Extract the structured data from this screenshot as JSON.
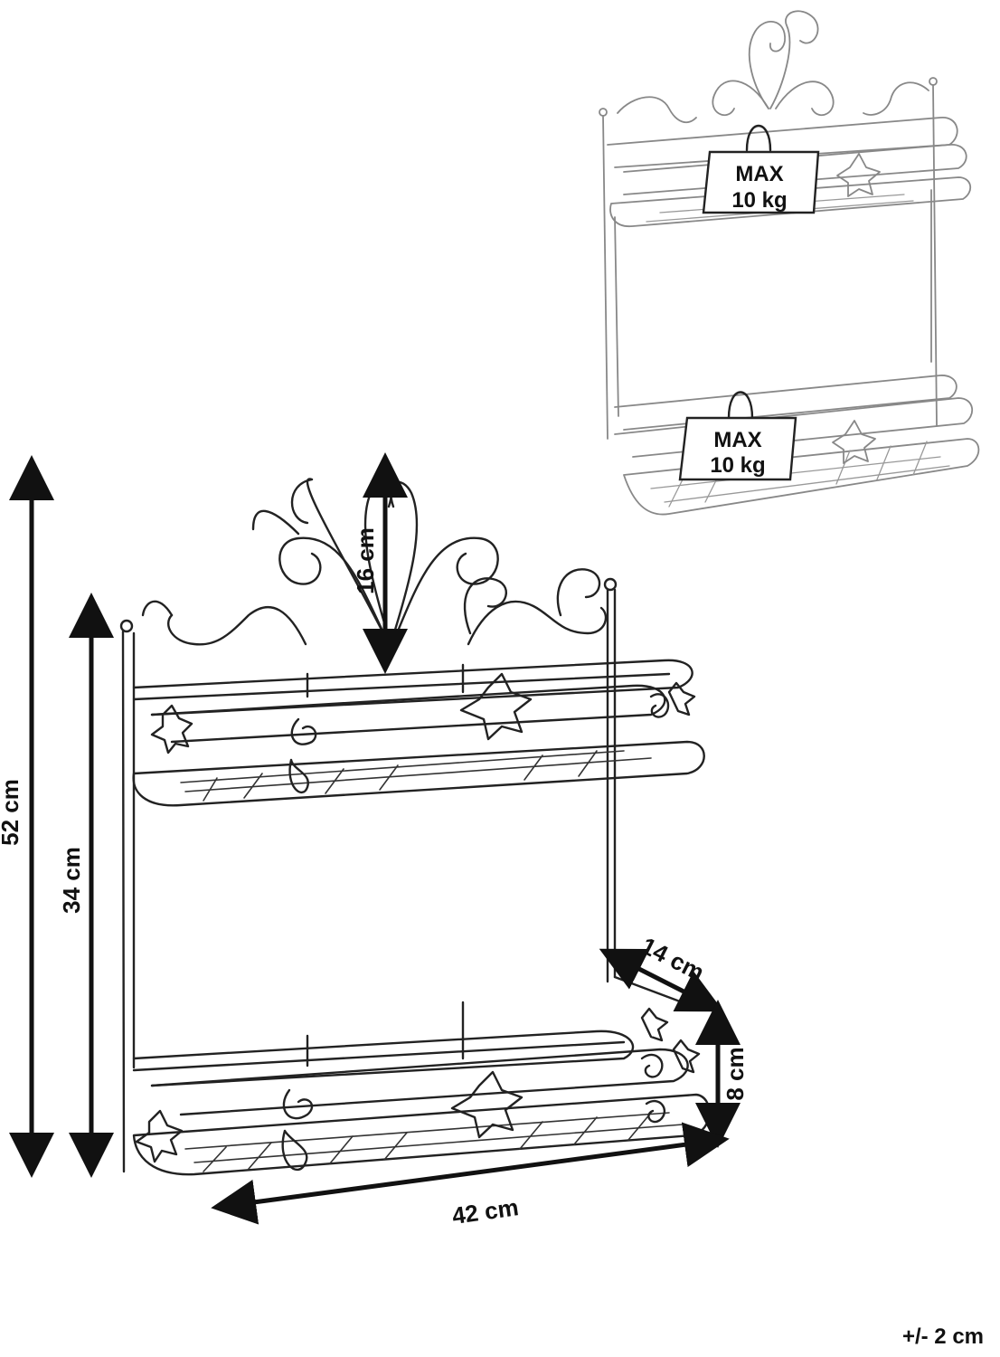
{
  "dimensions": {
    "total_height": "52 cm",
    "shelf_height": "34 cm",
    "crest_height": "16 cm",
    "depth": "14 cm",
    "basket_height": "8 cm",
    "width": "42 cm"
  },
  "load_labels": {
    "top": {
      "line1": "MAX",
      "line2": "10 kg"
    },
    "bottom": {
      "line1": "MAX",
      "line2": "10 kg"
    }
  },
  "tolerance": "+/- 2 cm"
}
